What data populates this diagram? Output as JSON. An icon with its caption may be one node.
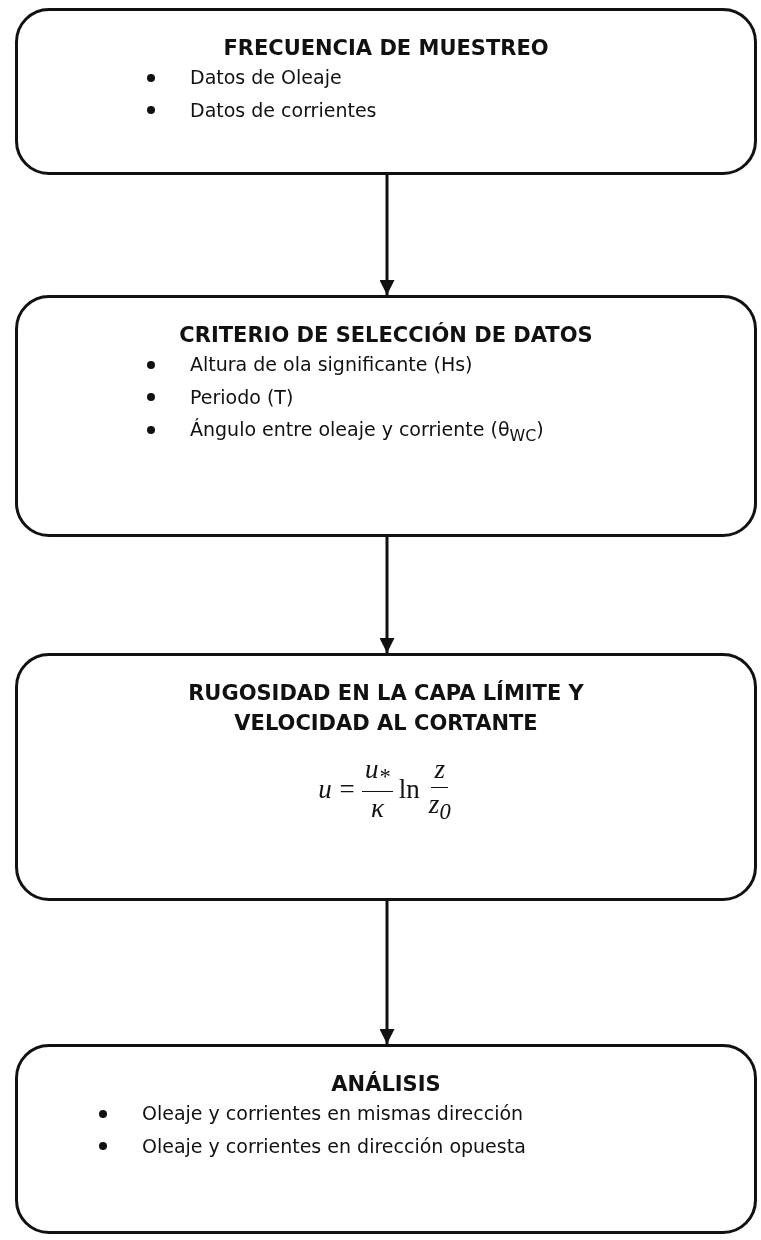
{
  "diagram": {
    "nodes": [
      {
        "text": [
          "FRECUENCIA DE MUESTREO",
          "Datos de Oleaje",
          "Datos de corrientes"
        ]
      },
      {
        "text": [
          "CRITERIO DE SELECCIÓN DE DATOS",
          "Altura de ola significante (Hs)",
          "Periodo (T)",
          "Ángulo entre oleaje y corriente (θ$_{WC}$)"
        ]
      },
      {
        "text": [
          "RUGOSIDAD EN LA CAPA LÍMITE Y VELOCIDAD AL CORTANTE",
          "u = u$_{*}$ κ ln z z$_{0}$"
        ]
      },
      {
        "text": [
          "ANÁLISIS",
          "Oleaje y corrientes en mismas dirección",
          "Oleaje y corrientes en dirección opuesta"
        ]
      }
    ],
    "edges": [
      {
        "from": 0,
        "to": 1,
        "arrow": "to"
      },
      {
        "from": 1,
        "to": 2,
        "arrow": "to"
      },
      {
        "from": 2,
        "to": 3,
        "arrow": "to"
      }
    ]
  }
}
